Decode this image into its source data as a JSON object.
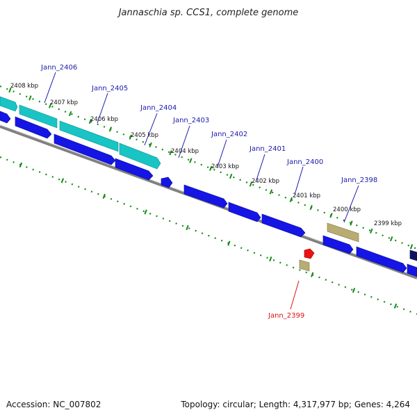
{
  "title": "Jannaschia sp. CCS1, complete genome",
  "footer": {
    "accession": "Accession: NC_007802",
    "summary": "Topology: circular; Length: 4,317,977 bp; Genes: 4,264"
  },
  "colors": {
    "forward_gene": "#1515e6",
    "forward_gene_light": "#3a3af0",
    "rna_gene": "#19c4c4",
    "rna_gene_light": "#5ee0e0",
    "pseudo_gene": "#b8ac72",
    "highlight_gene": "#ee1111",
    "backbone": "#808080",
    "tick": "#138a13",
    "label_blue": "#1a1aaa",
    "label_red": "#dd1111"
  },
  "kbp_labels": [
    "2408 kbp",
    "2407 kbp",
    "2406 kbp",
    "2405 kbp",
    "2404 kbp",
    "2403 kbp",
    "2402 kbp",
    "2401 kbp",
    "2400 kbp",
    "2399 kbp"
  ],
  "genes": [
    {
      "id": "Jann_2406",
      "color": "label_blue"
    },
    {
      "id": "Jann_2405",
      "color": "label_blue"
    },
    {
      "id": "Jann_2404",
      "color": "label_blue"
    },
    {
      "id": "Jann_2403",
      "color": "label_blue"
    },
    {
      "id": "Jann_2402",
      "color": "label_blue"
    },
    {
      "id": "Jann_2401",
      "color": "label_blue"
    },
    {
      "id": "Jann_2400",
      "color": "label_blue"
    },
    {
      "id": "Jann_2398",
      "color": "label_blue"
    },
    {
      "id": "Jann_2399",
      "color": "label_red"
    }
  ]
}
